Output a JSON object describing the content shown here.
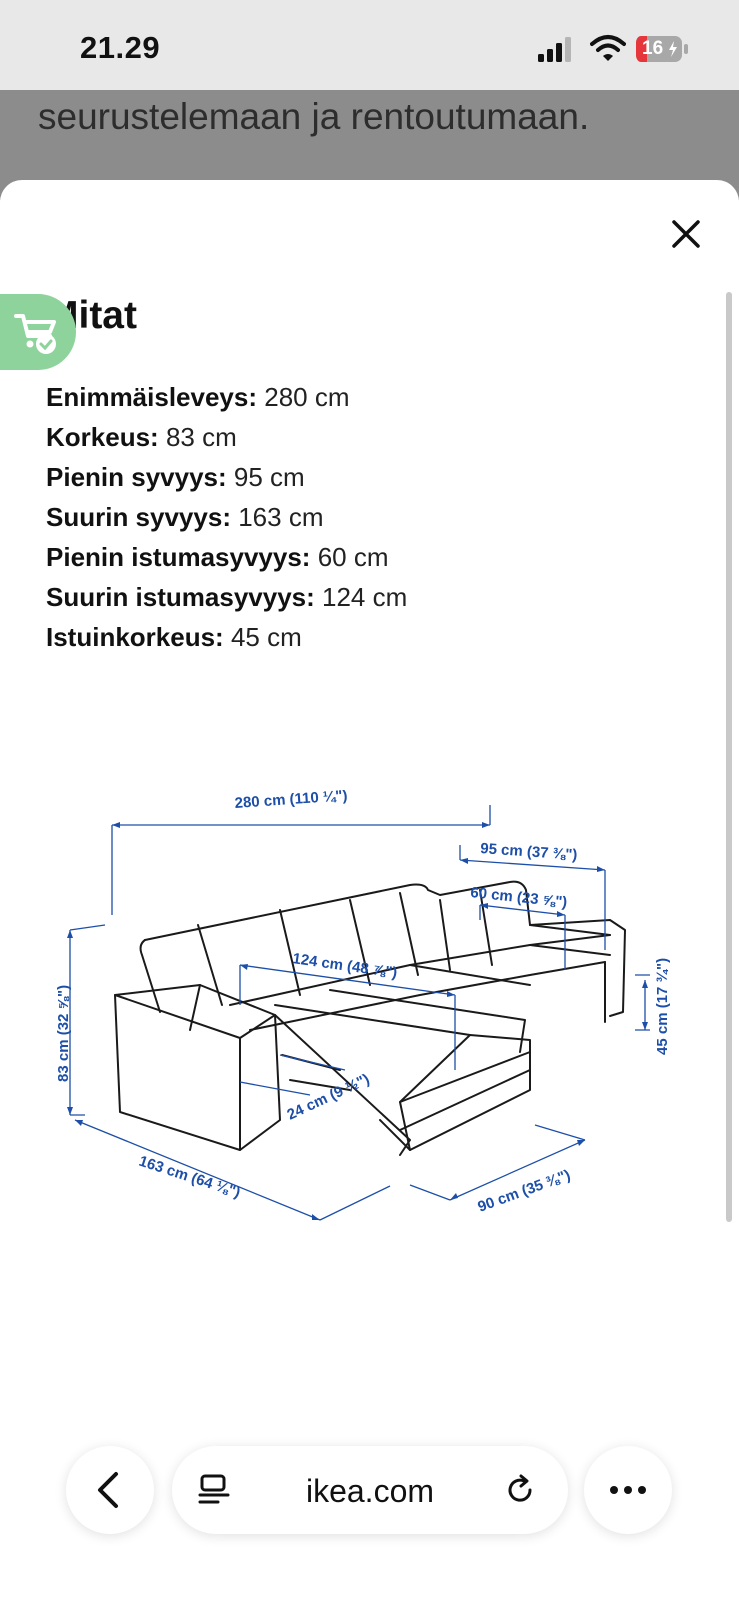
{
  "status_bar": {
    "time": "21.29",
    "battery": "16"
  },
  "background_page": {
    "text": "seurustelemaan ja rentoutumaan."
  },
  "sheet": {
    "title": "Mitat",
    "specs": [
      {
        "label": "Enimmäisleveys:",
        "value": "280 cm"
      },
      {
        "label": "Korkeus:",
        "value": "83 cm"
      },
      {
        "label": "Pienin syvyys:",
        "value": "95 cm"
      },
      {
        "label": "Suurin syvyys:",
        "value": "163 cm"
      },
      {
        "label": "Pienin istumasyvyys:",
        "value": "60 cm"
      },
      {
        "label": "Suurin istumasyvyys:",
        "value": "124 cm"
      },
      {
        "label": "Istuinkorkeus:",
        "value": "45 cm"
      }
    ]
  },
  "diagram": {
    "width": "280 cm (110 ¼\")",
    "depth_min": "95 cm (37 ⅜\")",
    "seat_depth_min": "60 cm (23 ⅝\")",
    "seat_depth_max": "124 cm (48 ⅞\")",
    "height": "83 cm (32 ⅝\")",
    "seat_height": "45 cm (17 ¾\")",
    "armrest": "24 cm (9 ½\")",
    "depth_max": "163 cm (64 ⅛\")",
    "chaise_width": "90 cm (35 ⅜\")"
  },
  "browser": {
    "url": "ikea.com"
  },
  "colors": {
    "dimension_blue": "#1d4fa8",
    "cart_badge": "#8ed39b"
  }
}
